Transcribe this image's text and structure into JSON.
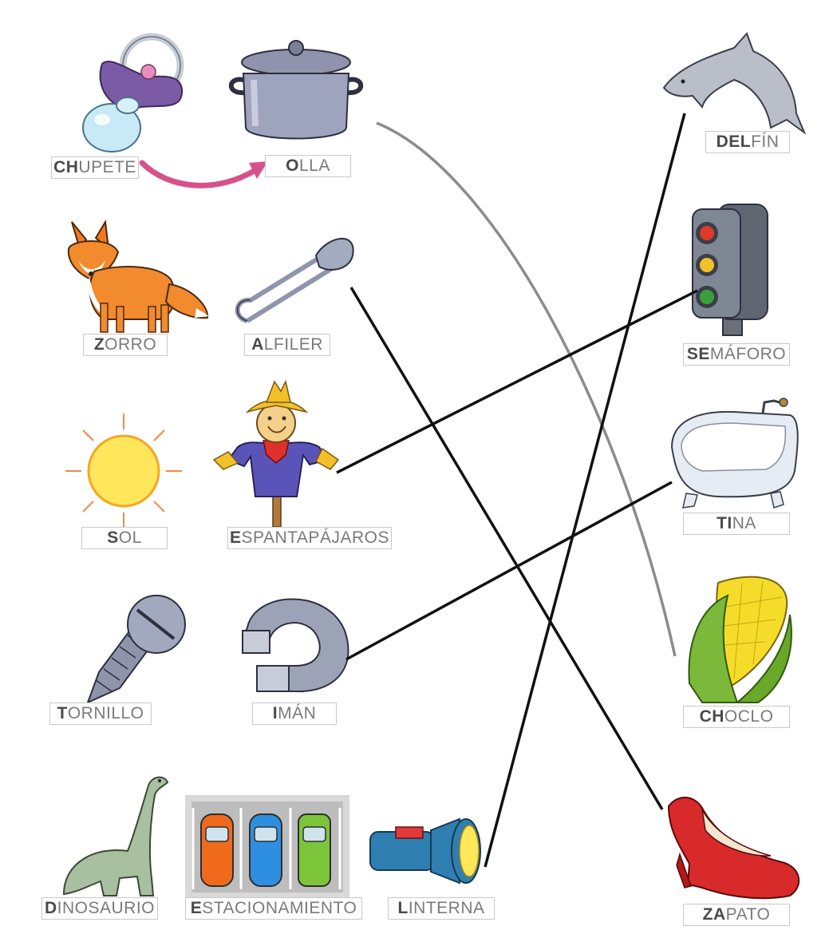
{
  "words": [
    {
      "id": "chupete",
      "bold": "CH",
      "rest": "UPETE",
      "icon": "pacifier-icon"
    },
    {
      "id": "olla",
      "bold": "O",
      "rest": "LLA",
      "icon": "pot-icon"
    },
    {
      "id": "zorro",
      "bold": "Z",
      "rest": "ORRO",
      "icon": "fox-icon"
    },
    {
      "id": "alfiler",
      "bold": "A",
      "rest": "LFILER",
      "icon": "safety-pin-icon"
    },
    {
      "id": "sol",
      "bold": "S",
      "rest": "OL",
      "icon": "sun-icon"
    },
    {
      "id": "espantapajaros",
      "bold": "E",
      "rest": "SPANTAPÁJAROS",
      "icon": "scarecrow-icon"
    },
    {
      "id": "tornillo",
      "bold": "T",
      "rest": "ORNILLO",
      "icon": "screw-icon"
    },
    {
      "id": "iman",
      "bold": "I",
      "rest": "MÁN",
      "icon": "magnet-icon"
    },
    {
      "id": "dinosaurio",
      "bold": "D",
      "rest": "INOSAURIO",
      "icon": "dinosaur-icon"
    },
    {
      "id": "estacionamiento",
      "bold": "E",
      "rest": "STACIONAMIENTO",
      "icon": "parking-lot-icon"
    },
    {
      "id": "linterna",
      "bold": "L",
      "rest": "INTERNA",
      "icon": "flashlight-icon"
    },
    {
      "id": "delfin",
      "bold": "DEL",
      "rest": "FÍN",
      "icon": "dolphin-icon"
    },
    {
      "id": "semaforo",
      "bold": "SE",
      "rest": "MÁFORO",
      "icon": "traffic-light-icon"
    },
    {
      "id": "tina",
      "bold": "TI",
      "rest": "NA",
      "icon": "bathtub-icon"
    },
    {
      "id": "choclo",
      "bold": "CH",
      "rest": "OCLO",
      "icon": "corn-icon"
    },
    {
      "id": "zapato",
      "bold": "ZA",
      "rest": "PATO",
      "icon": "shoe-icon"
    }
  ],
  "colors": {
    "example_arrow": "#d6518a",
    "match_line": "#111111",
    "hint_line": "#8c8c8c",
    "label_border": "#c9c9c9",
    "label_bold": "#4a4a4a",
    "label_text": "#7a7a7a"
  }
}
